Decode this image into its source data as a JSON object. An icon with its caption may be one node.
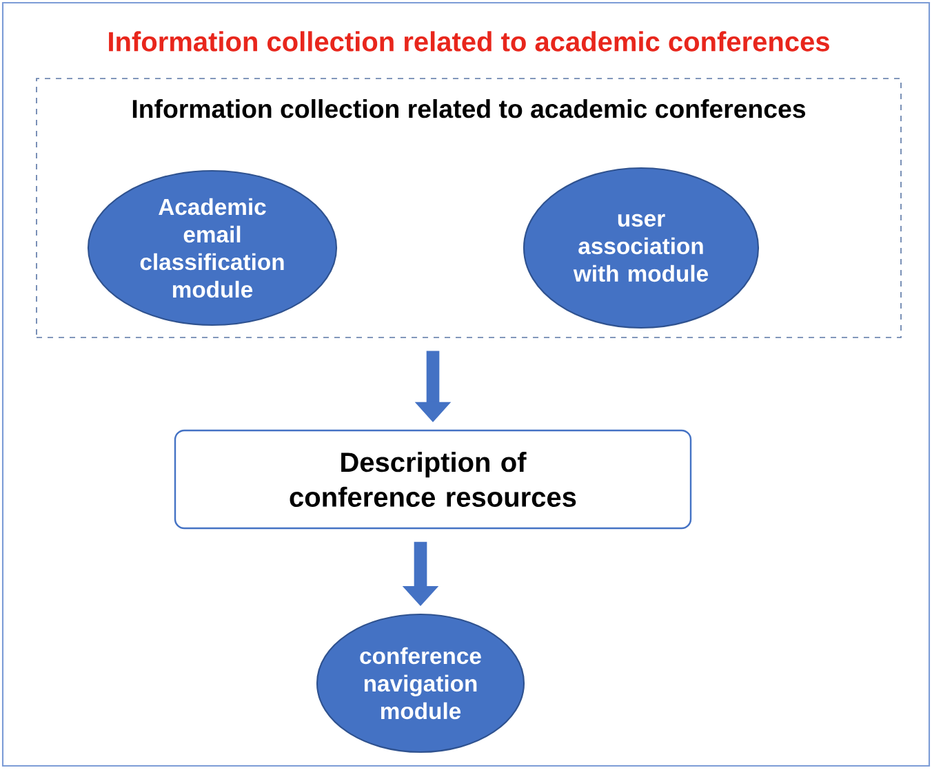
{
  "diagram": {
    "title": "Information collection related to academic conferences",
    "nodes": [
      {
        "text": [
          "Information collection related to academic conferences"
        ]
      },
      {
        "text": [
          "Academic email classification module"
        ],
        "in": 0
      },
      {
        "text": [
          "user association with module"
        ],
        "in": 0
      },
      {
        "text": [
          "Description of conference resources"
        ]
      },
      {
        "text": [
          "conference navigation module"
        ]
      }
    ],
    "edges": [
      {
        "from": 0,
        "to": 3,
        "arrow": "to"
      },
      {
        "from": 3,
        "to": 4,
        "arrow": "to"
      }
    ]
  }
}
